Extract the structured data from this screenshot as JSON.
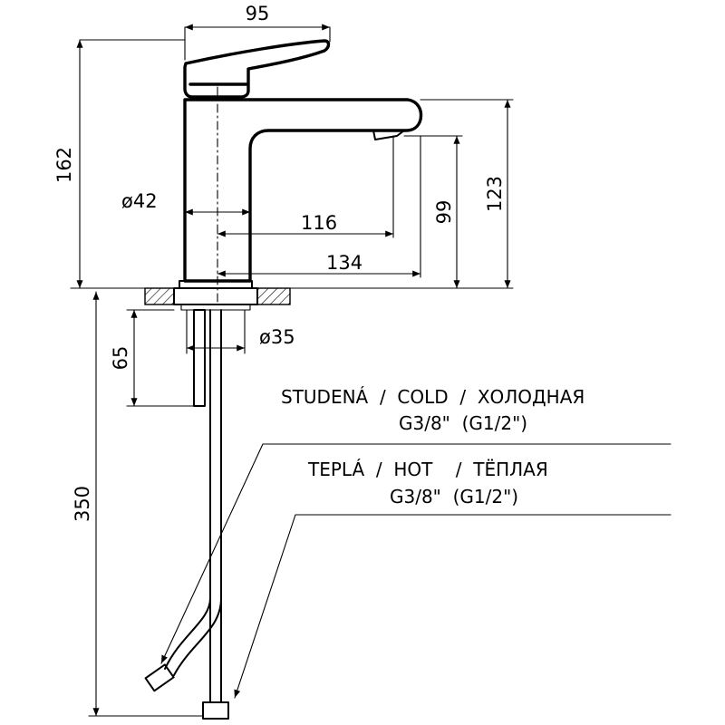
{
  "dimensions": {
    "width_top": "95",
    "height_total": "162",
    "diameter_body": "ø42",
    "spout_reach_inner": "116",
    "spout_reach_outer": "134",
    "spout_height": "99",
    "height_spout_top": "123",
    "diameter_base": "ø35",
    "stud_length": "65",
    "hose_length": "350"
  },
  "notes": {
    "cold_label": "STUDENÁ  /  COLD  /  ХОЛОДНАЯ",
    "cold_thread": "G3/8\"  (G1/2\")",
    "hot_label": "TEPLÁ  /  HOT    /  ТЁПЛАЯ",
    "hot_thread": "G3/8\"  (G1/2\")"
  }
}
